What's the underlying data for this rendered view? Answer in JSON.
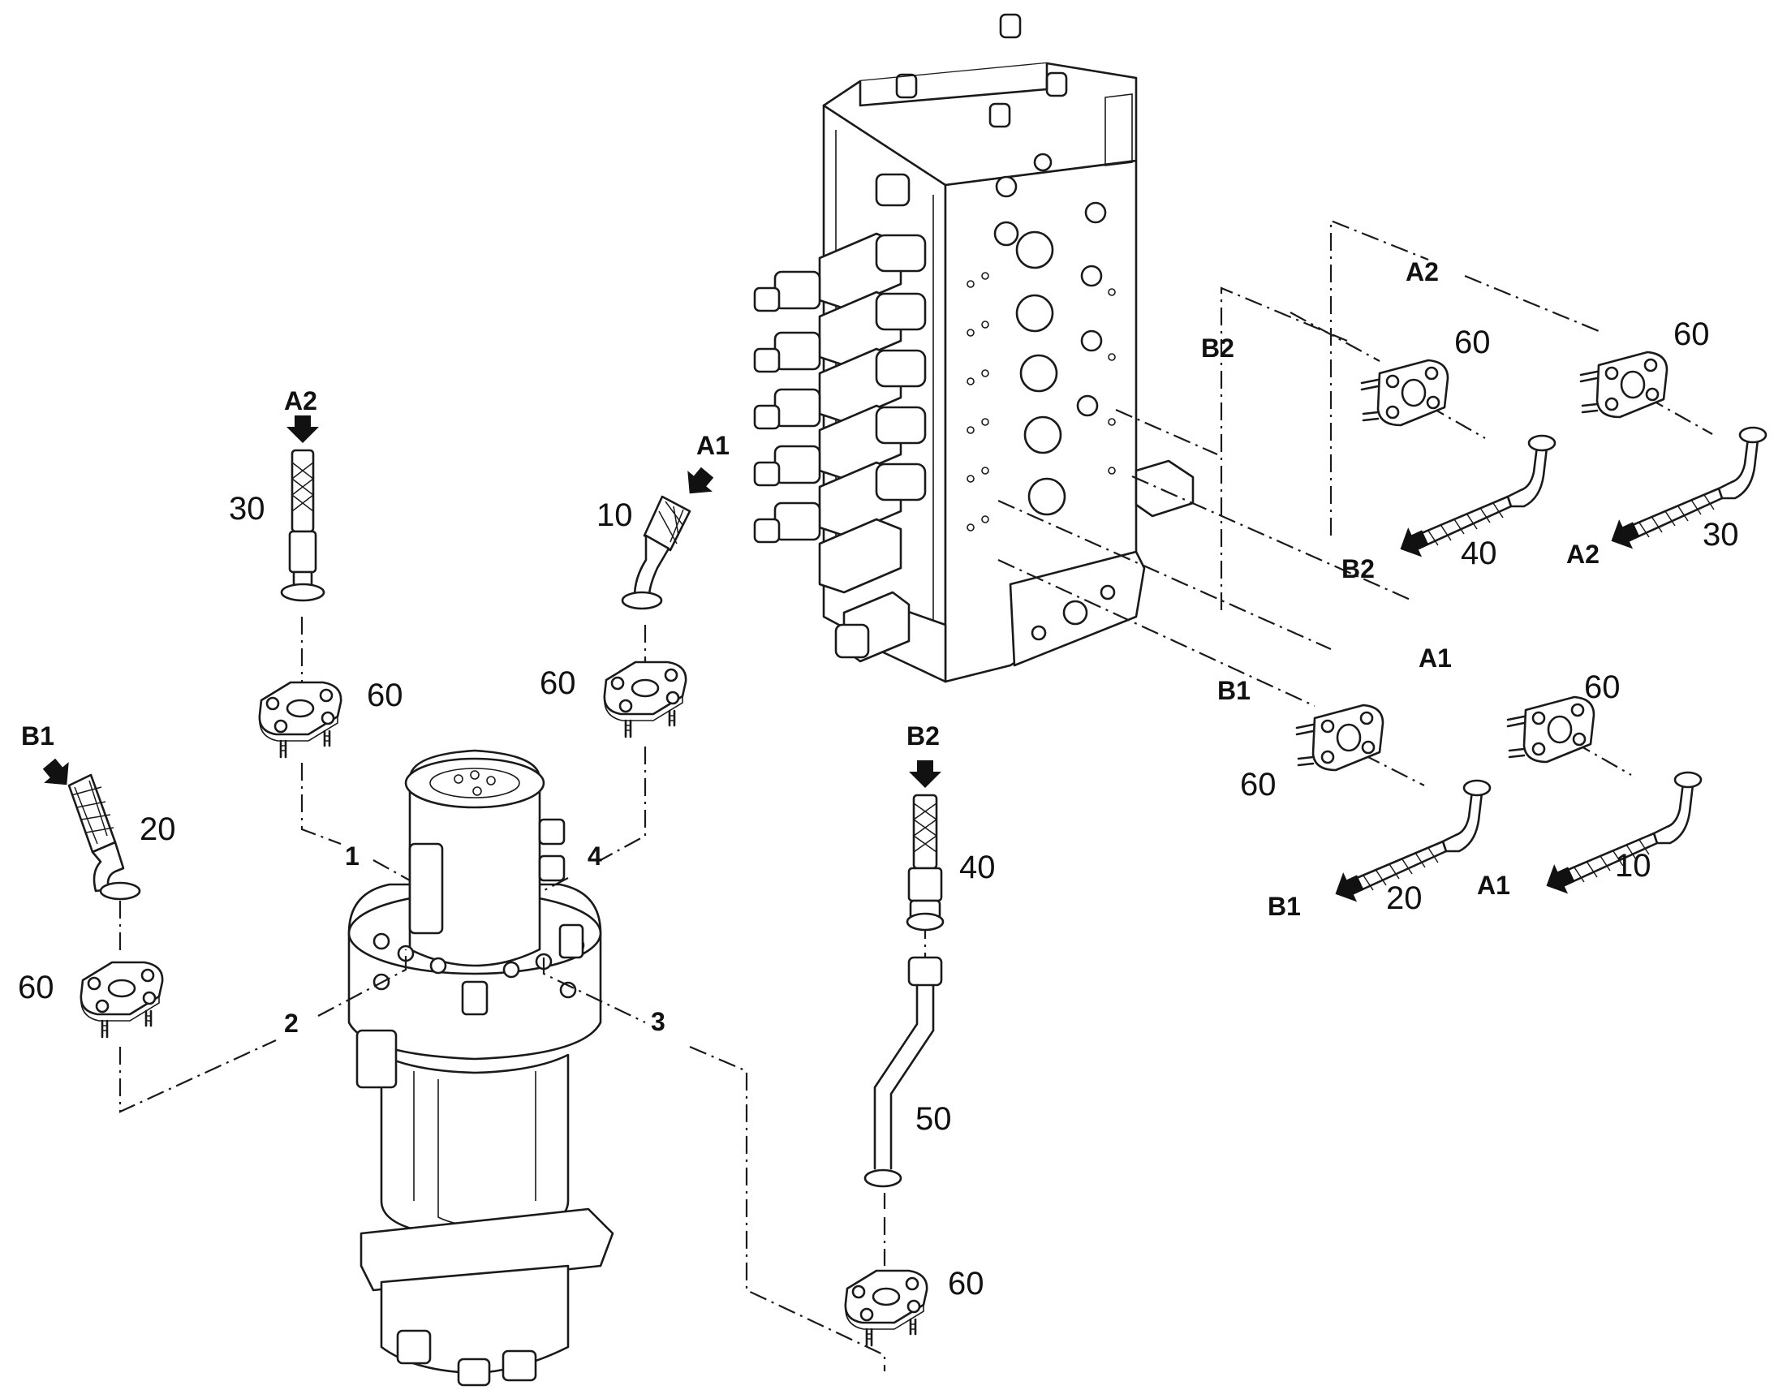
{
  "diagram": {
    "part_labels": {
      "p10_left": "10",
      "p10_right": "10",
      "p20_left": "20",
      "p20_right": "20",
      "p30_left": "30",
      "p30_right": "30",
      "p40_center": "40",
      "p40_right": "40",
      "p50": "50",
      "p60_a2_left": "60",
      "p60_a1_left": "60",
      "p60_b1_left": "60",
      "p60_b2_center": "60",
      "p60_b2_right": "60",
      "p60_a2_right": "60",
      "p60_b1_right": "60",
      "p60_a1_right": "60"
    },
    "port_labels": {
      "a2_left": "A2",
      "a1_left": "A1",
      "b1_left": "B1",
      "b2_center": "B2",
      "a2_leader": "A2",
      "b2_leader": "B2",
      "a1_leader": "A1",
      "b1_leader": "B1",
      "b2_hose_end": "B2",
      "a2_hose_end": "A2",
      "b1_hose_end": "B1",
      "a1_hose_end": "A1"
    },
    "joint_numbers": {
      "j1": "1",
      "j2": "2",
      "j3": "3",
      "j4": "4"
    },
    "icons": [
      "swivel-joint",
      "control-valve-block",
      "split-flange",
      "hydraulic-hose",
      "steel-pipe",
      "arrow-down"
    ]
  }
}
